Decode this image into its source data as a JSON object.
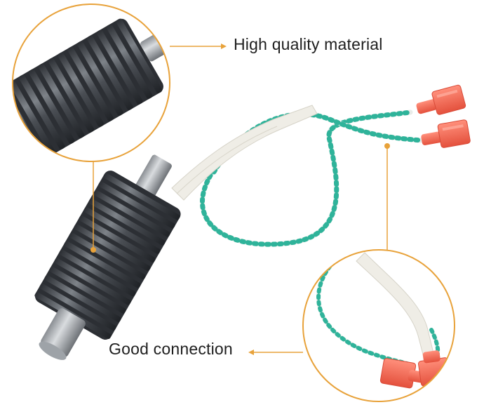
{
  "callouts": {
    "top": {
      "text": "High quality material"
    },
    "bottom": {
      "text": "Good connection"
    }
  },
  "colors": {
    "accent": "#e8a23a",
    "metal_dark": "#3a3d42",
    "metal_light": "#a9adb2",
    "sleeve": "#efede6",
    "wire_stripe": "#2fb39a",
    "terminal": "#f06a55"
  },
  "parts": [
    {
      "name": "finned-heater-cylinder"
    },
    {
      "name": "fiberglass-sleeve"
    },
    {
      "name": "twisted-lead-wires"
    },
    {
      "name": "female-spade-terminals"
    }
  ]
}
